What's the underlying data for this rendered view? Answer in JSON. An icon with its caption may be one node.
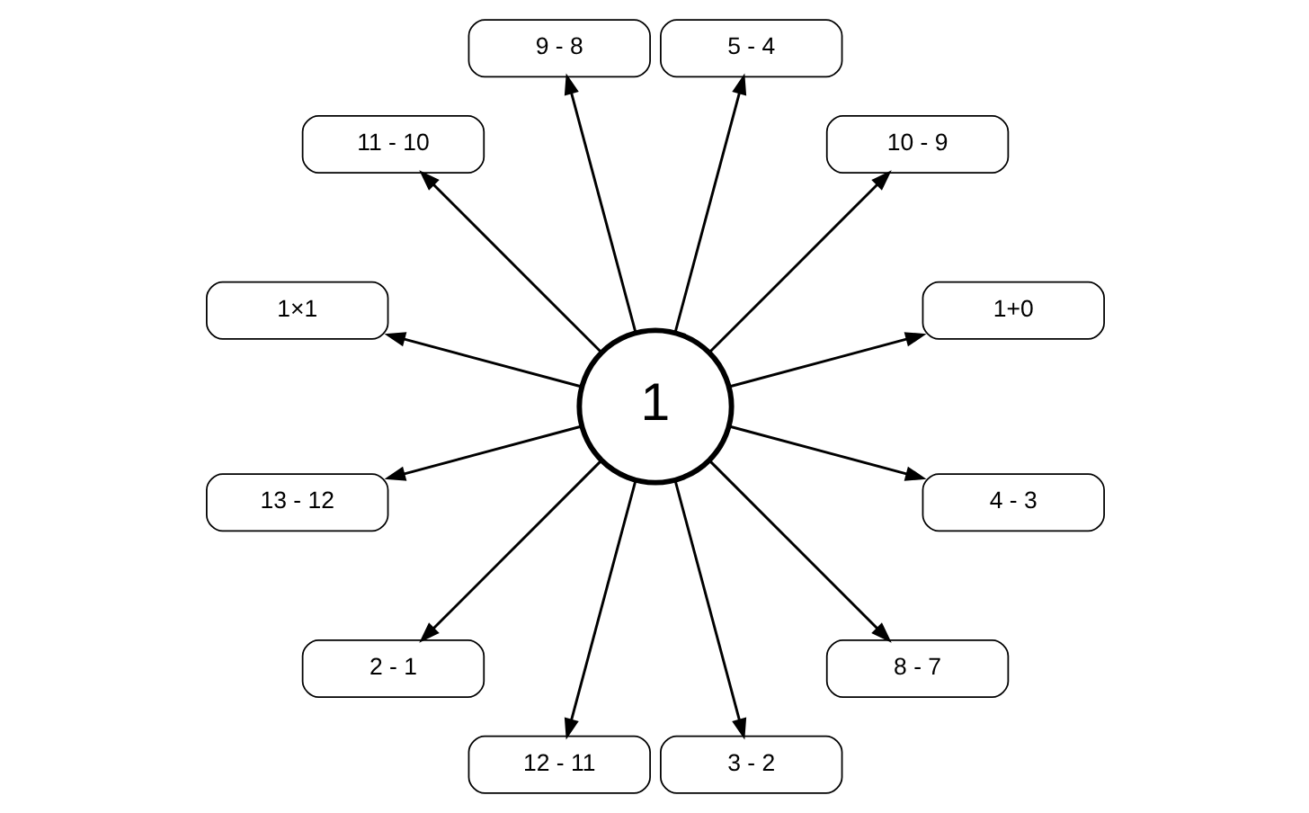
{
  "diagram": {
    "nodes": [
      {
        "text": [
          "1"
        ]
      },
      {
        "text": [
          "1+0"
        ]
      },
      {
        "text": [
          "10 - 9"
        ]
      },
      {
        "text": [
          "5 - 4"
        ]
      },
      {
        "text": [
          "9 - 8"
        ]
      },
      {
        "text": [
          "11 - 10"
        ]
      },
      {
        "text": [
          "1×1"
        ]
      },
      {
        "text": [
          "13 - 12"
        ]
      },
      {
        "text": [
          "2 - 1"
        ]
      },
      {
        "text": [
          "12 - 11"
        ]
      },
      {
        "text": [
          "3 - 2"
        ]
      },
      {
        "text": [
          "8 - 7"
        ]
      },
      {
        "text": [
          "4 - 3"
        ]
      }
    ],
    "edges": [
      {
        "from": 0,
        "to": 1,
        "arrow": "to"
      },
      {
        "from": 0,
        "to": 2,
        "arrow": "to"
      },
      {
        "from": 0,
        "to": 4,
        "arrow": "to"
      },
      {
        "from": 0,
        "to": 6,
        "arrow": "to"
      },
      {
        "from": 0,
        "to": 8,
        "arrow": "to"
      },
      {
        "from": 0,
        "to": 10,
        "arrow": "to"
      },
      {
        "from": 0,
        "to": 12,
        "arrow": "to"
      },
      {
        "from": 0,
        "to": 11,
        "arrow": "to"
      },
      {
        "from": 0,
        "to": 9,
        "arrow": "to"
      },
      {
        "from": 0,
        "to": 7,
        "arrow": "to"
      },
      {
        "from": 0,
        "to": 5,
        "arrow": "to"
      },
      {
        "from": 0,
        "to": 3,
        "arrow": "to"
      }
    ]
  }
}
